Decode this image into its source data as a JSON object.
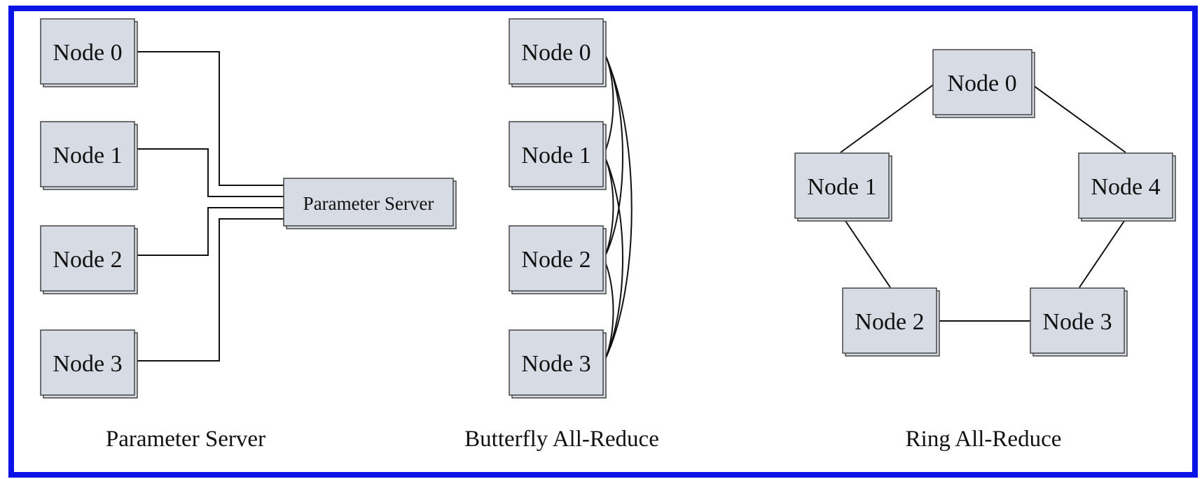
{
  "border_color": "#0a14e6",
  "node_fill": "#d6dbe4",
  "panels": {
    "parameter_server": {
      "caption": "Parameter Server",
      "server_label": "Parameter Server",
      "nodes": [
        "Node 0",
        "Node 1",
        "Node 2",
        "Node 3"
      ]
    },
    "butterfly": {
      "caption": "Butterfly All-Reduce",
      "nodes": [
        "Node 0",
        "Node 1",
        "Node 2",
        "Node 3"
      ]
    },
    "ring": {
      "caption": "Ring All-Reduce",
      "nodes": [
        "Node 0",
        "Node 1",
        "Node 2",
        "Node 3",
        "Node 4"
      ]
    }
  }
}
